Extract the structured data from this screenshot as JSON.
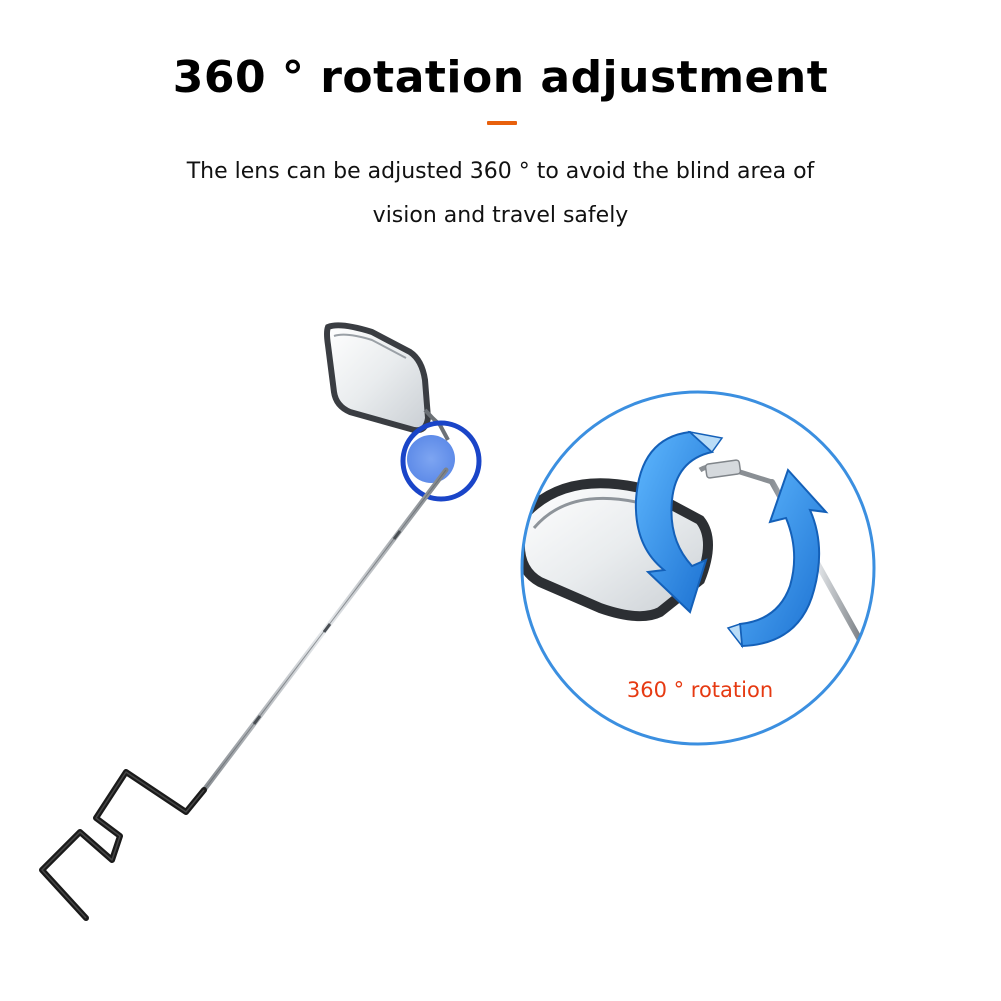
{
  "headline": "360 ° rotation adjustment",
  "description": {
    "line1": "The lens can be adjusted 360 ° to avoid the blind area of",
    "line2": "vision and travel safely"
  },
  "rotation_label": "360 ° rotation",
  "colors": {
    "accent": "#e8600c",
    "highlight_ring": "#1a45c8",
    "zoom_ring": "#3b8fe0",
    "arrow_blue": "#2a86e0",
    "label_red": "#e63a12",
    "frame_dark": "#1a1a1a"
  },
  "icons": {
    "rotation_arrows": "curved-rotation-arrows-icon"
  }
}
